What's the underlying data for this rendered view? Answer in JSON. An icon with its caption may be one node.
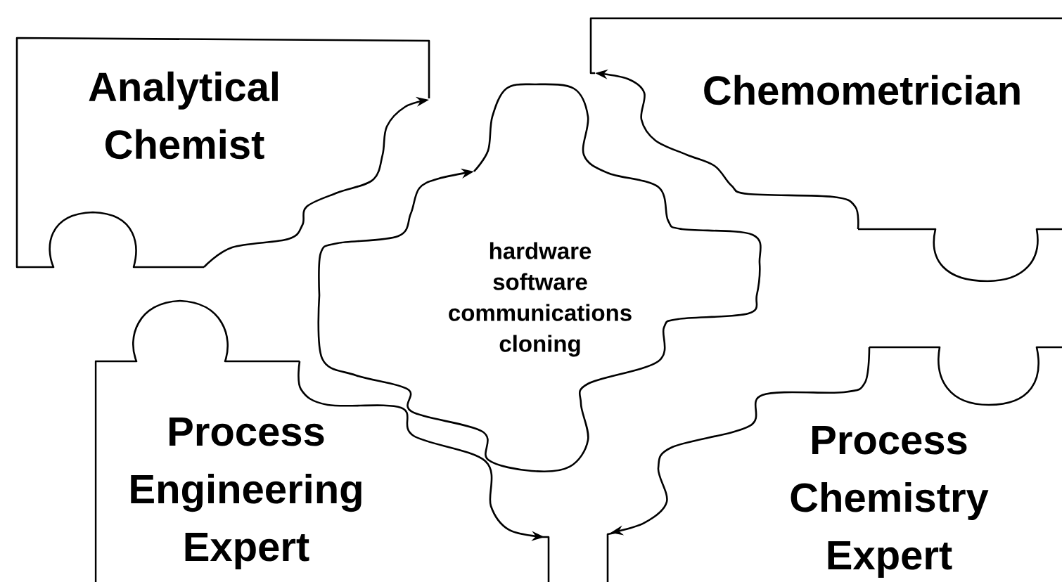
{
  "diagram": {
    "nodes": [
      {
        "text": [
          "Analytical Chemist"
        ]
      },
      {
        "text": [
          "Chemometrician"
        ]
      },
      {
        "text": [
          "hardware",
          "software",
          "communications",
          "cloning"
        ]
      },
      {
        "text": [
          "Process Engineering Expert"
        ]
      },
      {
        "text": [
          "Process Chemistry Expert"
        ]
      }
    ]
  }
}
